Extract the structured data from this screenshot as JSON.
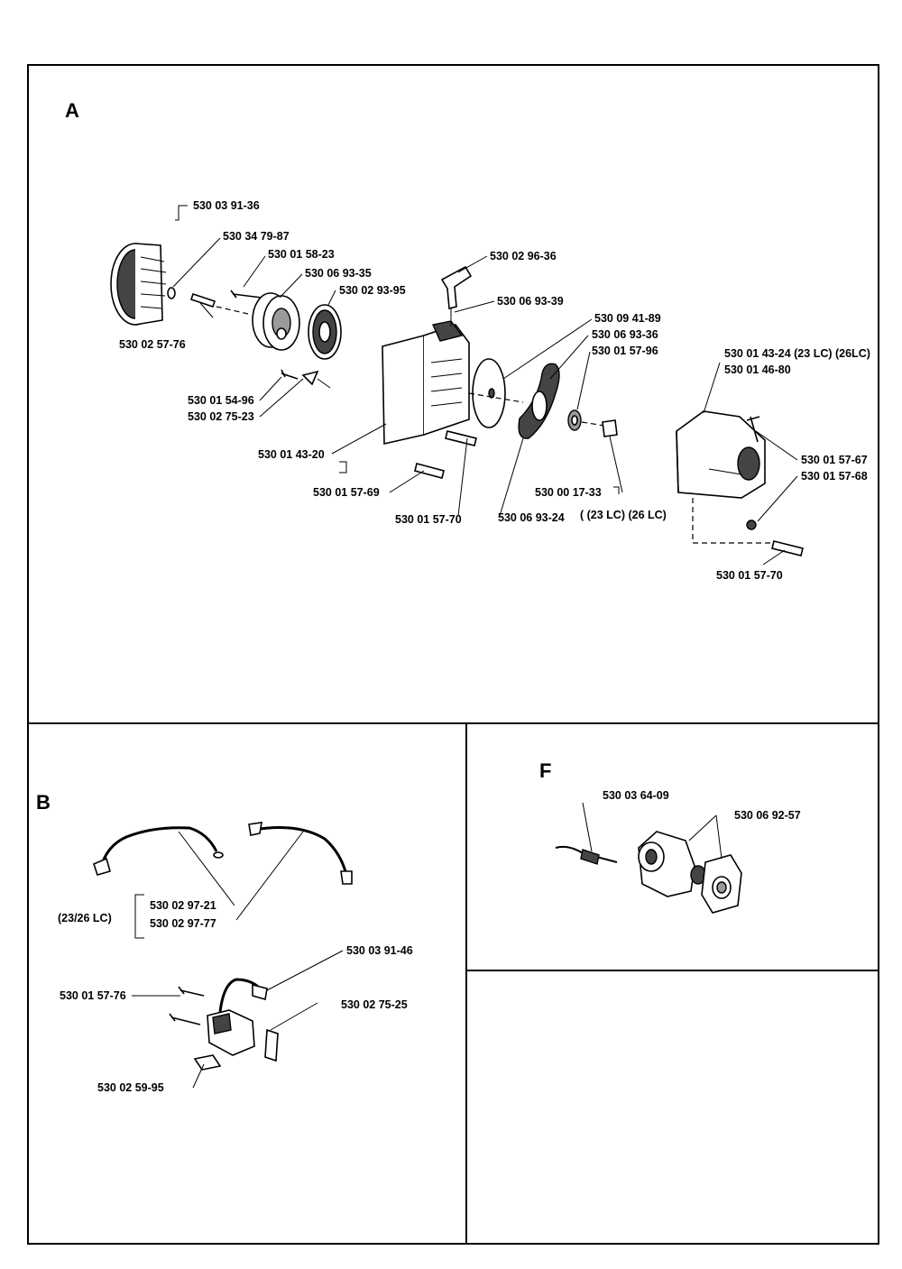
{
  "sections": {
    "a": "A",
    "b": "B",
    "f": "F"
  },
  "labels_a": {
    "p1": "530 03 91-36",
    "p2": "530 34 79-87",
    "p3": "530 01 58-23",
    "p4": "530 06 93-35",
    "p5": "530 02 93-95",
    "p6": "530 02 96-36",
    "p7": "530 06 93-39",
    "p8": "530 09 41-89",
    "p9": "530 06 93-36",
    "p10": "530 01 57-96",
    "p11": "530 02 57-76",
    "p12": "530 01 54-96",
    "p13": "530 02 75-23",
    "p14": "530 01 43-20",
    "p15": "530 01 57-69",
    "p16": "530 01 57-70",
    "p17": "530 06 93-24",
    "p18": "530 00 17-33",
    "p19": "( (23 LC) (26 LC)",
    "p20": "530 01 43-24 (23 LC) (26LC)",
    "p21": "530 01 46-80",
    "p22": "530 01 57-67",
    "p23": "530 01 57-68",
    "p24": "530 01 57-70"
  },
  "labels_b": {
    "p1": "530 02 97-21",
    "p2": "530 02 97-77",
    "variant": "(23/26 LC)",
    "p3": "530 03 91-46",
    "p4": "530 01 57-76",
    "p5": "530 02 75-25",
    "p6": "530 02 59-95"
  },
  "labels_f": {
    "p1": "530 03 64-09",
    "p2": "530 06 92-57"
  }
}
